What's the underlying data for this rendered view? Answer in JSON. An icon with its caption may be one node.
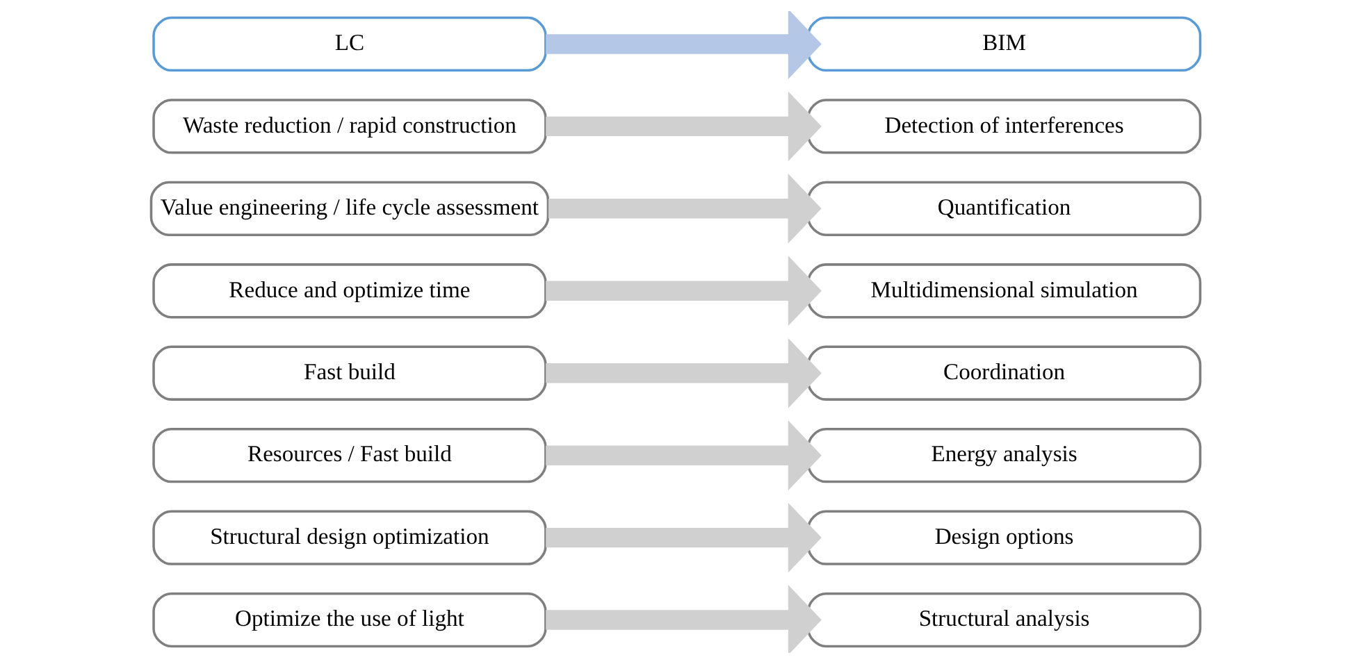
{
  "diagram": {
    "nodes": [
      {
        "text": [
          "LC"
        ]
      },
      {
        "text": [
          "BIM"
        ]
      },
      {
        "text": [
          "Waste reduction / rapid construction"
        ]
      },
      {
        "text": [
          "Detection of interferences"
        ]
      },
      {
        "text": [
          "Value engineering / life cycle assessment"
        ]
      },
      {
        "text": [
          "Quantification"
        ]
      },
      {
        "text": [
          "Reduce and optimize time"
        ]
      },
      {
        "text": [
          "Multidimensional simulation"
        ]
      },
      {
        "text": [
          "Fast build"
        ]
      },
      {
        "text": [
          "Coordination"
        ]
      },
      {
        "text": [
          "Resources / Fast build"
        ]
      },
      {
        "text": [
          "Energy analysis"
        ]
      },
      {
        "text": [
          "Structural design optimization"
        ]
      },
      {
        "text": [
          "Design options"
        ]
      },
      {
        "text": [
          "Optimize the use of light"
        ]
      },
      {
        "text": [
          "Structural analysis"
        ]
      }
    ],
    "edges": [
      {
        "from": 0,
        "to": 1,
        "arrow": "to",
        "color": "#b4c7e7"
      },
      {
        "from": 2,
        "to": 3,
        "arrow": "to"
      },
      {
        "from": 4,
        "to": 5,
        "arrow": "to"
      },
      {
        "from": 6,
        "to": 7,
        "arrow": "to"
      },
      {
        "from": 8,
        "to": 9,
        "arrow": "to"
      },
      {
        "from": 10,
        "to": 11,
        "arrow": "to"
      },
      {
        "from": 12,
        "to": 13,
        "arrow": "to"
      },
      {
        "from": 14,
        "to": 15,
        "arrow": "to"
      }
    ]
  }
}
